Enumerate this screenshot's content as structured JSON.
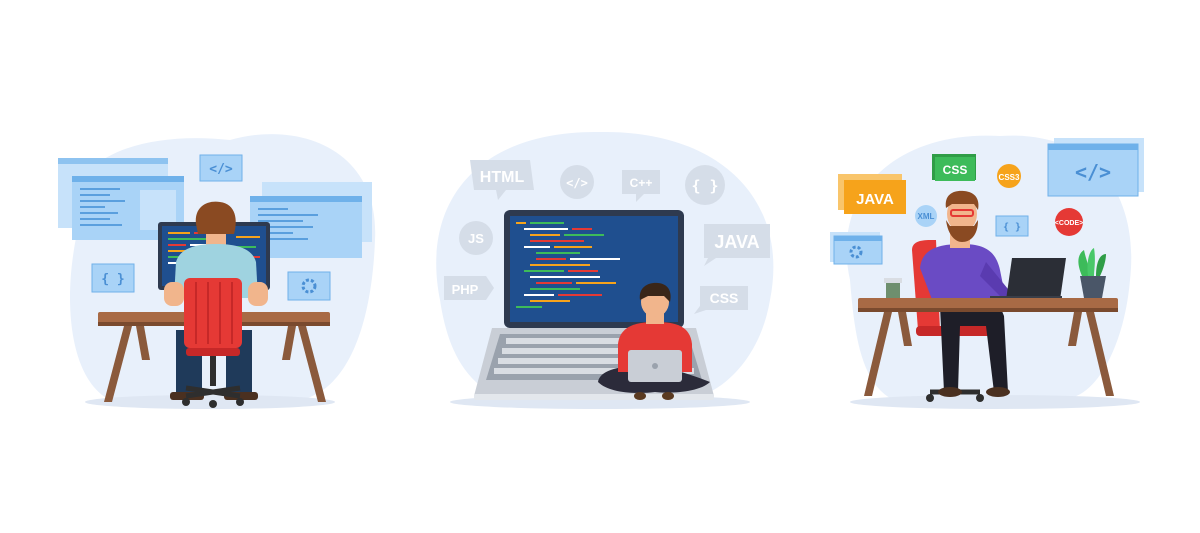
{
  "scene_left": {
    "code_tag": "</>",
    "braces": "{ }"
  },
  "scene_center": {
    "bubbles": {
      "html": "HTML",
      "code": "</>",
      "cpp": "C++",
      "braces": "{ }",
      "js": "JS",
      "java": "JAVA",
      "php": "PHP",
      "css": "CSS"
    }
  },
  "scene_right": {
    "code_tag": "</>",
    "css": "CSS",
    "css3": "CSS3",
    "java": "JAVA",
    "xml": "XML",
    "braces": "{ }",
    "code_badge": "<CODE>"
  },
  "colors": {
    "blob": "#e8f0fb",
    "panel": "#a9d3f7",
    "panel_dark": "#6fb1ea",
    "desk": "#8b5a3c",
    "chair_red": "#e53935",
    "java_orange": "#f6a31b",
    "css_green": "#3dbb5a",
    "code_red": "#e53935",
    "bubble_grey": "#d5dde8"
  }
}
